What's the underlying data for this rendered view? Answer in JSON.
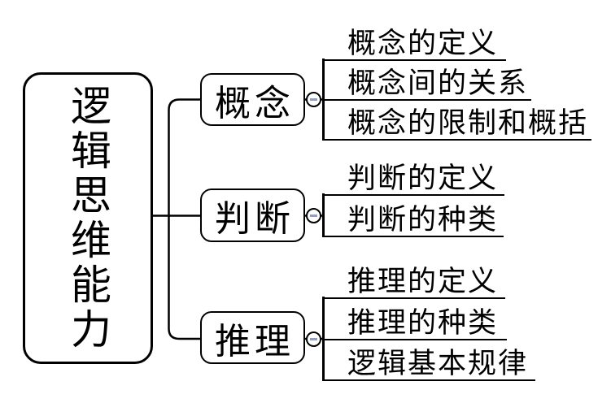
{
  "diagram": {
    "root": {
      "label": "逻辑思维能力"
    },
    "branches": [
      {
        "label": "概念",
        "children": [
          "概念的定义",
          "概念间的关系",
          "概念的限制和概括"
        ]
      },
      {
        "label": "判断",
        "children": [
          "判断的定义",
          "判断的种类"
        ]
      },
      {
        "label": "推理",
        "children": [
          "推理的定义",
          "推理的种类",
          "逻辑基本规律"
        ]
      }
    ]
  },
  "icons": {
    "collapse_toggle": "minus-icon"
  },
  "colors": {
    "line": "#000000",
    "canvas_bg": "#ffffff",
    "toggle_minus": "#8f9fc4"
  }
}
